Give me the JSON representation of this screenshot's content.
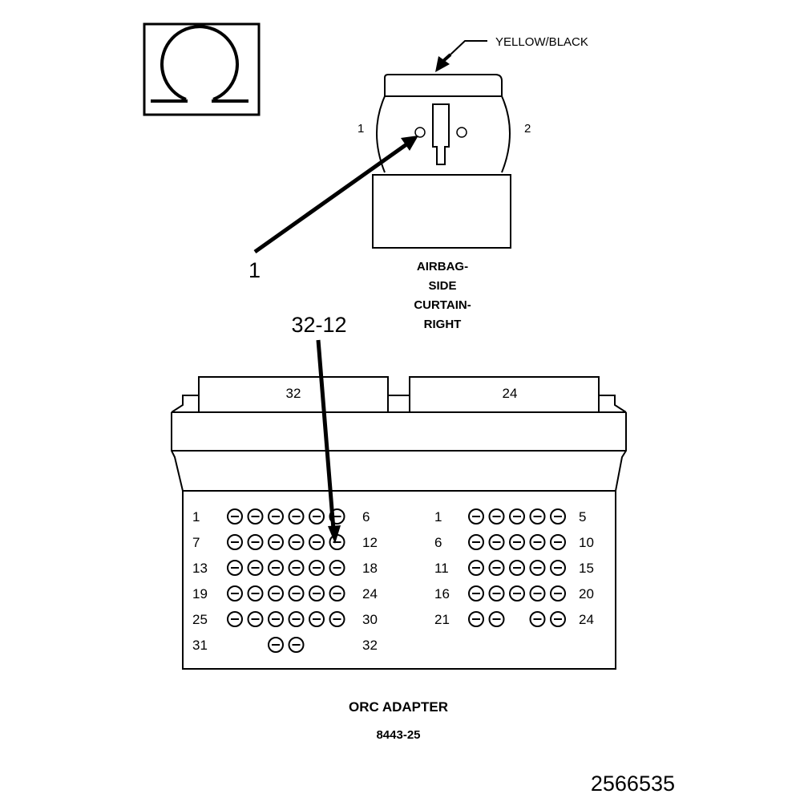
{
  "symbol": {
    "icon": "ohm-icon"
  },
  "airbag_connector": {
    "wire_color": "YELLOW/BLACK",
    "pin_left": "1",
    "pin_right": "2",
    "callout": "1",
    "name_lines": [
      "AIRBAG-",
      "SIDE",
      "CURTAIN-",
      "RIGHT"
    ]
  },
  "orc_adapter": {
    "callout": "32-12",
    "left_header": "32",
    "right_header": "24",
    "left_rows": [
      {
        "start": "1",
        "end": "6",
        "slots": [
          1,
          1,
          1,
          1,
          1,
          1
        ]
      },
      {
        "start": "7",
        "end": "12",
        "slots": [
          1,
          1,
          1,
          1,
          1,
          1
        ]
      },
      {
        "start": "13",
        "end": "18",
        "slots": [
          1,
          1,
          1,
          1,
          1,
          1
        ]
      },
      {
        "start": "19",
        "end": "24",
        "slots": [
          1,
          1,
          1,
          1,
          1,
          1
        ]
      },
      {
        "start": "25",
        "end": "30",
        "slots": [
          1,
          1,
          1,
          1,
          1,
          1
        ]
      },
      {
        "start": "31",
        "end": "32",
        "slots": [
          0,
          0,
          1,
          1,
          0,
          0
        ]
      }
    ],
    "right_rows": [
      {
        "start": "1",
        "end": "5",
        "slots": [
          1,
          1,
          1,
          1,
          1
        ]
      },
      {
        "start": "6",
        "end": "10",
        "slots": [
          1,
          1,
          1,
          1,
          1
        ]
      },
      {
        "start": "11",
        "end": "15",
        "slots": [
          1,
          1,
          1,
          1,
          1
        ]
      },
      {
        "start": "16",
        "end": "20",
        "slots": [
          1,
          1,
          1,
          1,
          1
        ]
      },
      {
        "start": "21",
        "end": "24",
        "slots": [
          1,
          1,
          0,
          1,
          1
        ]
      }
    ],
    "title": "ORC ADAPTER",
    "part_number": "8443-25"
  },
  "figure_id": "2566535"
}
